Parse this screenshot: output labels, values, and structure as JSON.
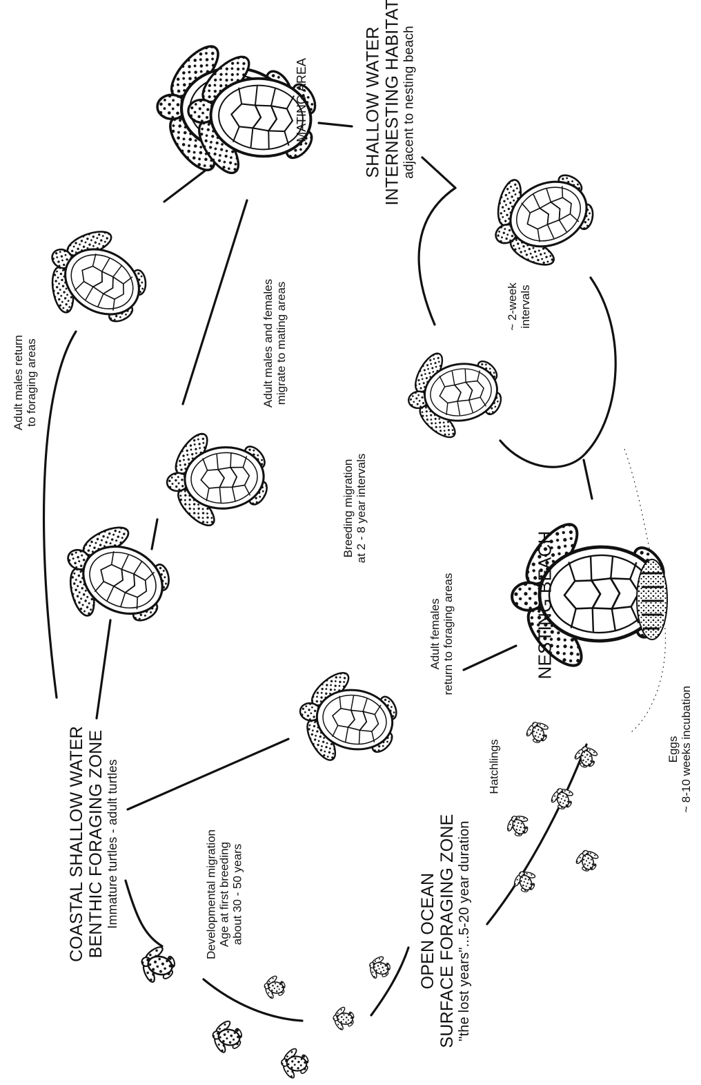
{
  "colors": {
    "ink": "#111111",
    "paper": "#ffffff",
    "scute": "#ffffff"
  },
  "labels": {
    "coastal_zone": [
      "COASTAL SHALLOW WATER",
      "BENTHIC FORAGING ZONE",
      "Immature turtles - adult turtles"
    ],
    "open_ocean": [
      "OPEN OCEAN",
      "SURFACE FORAGING ZONE",
      "\"the lost years\"...5-20 year duration"
    ],
    "shallow_water": [
      "SHALLOW WATER",
      "INTERNESTING HABITAT",
      "adjacent to nesting beach"
    ],
    "mating_area": "MATING AREA",
    "nesting_beach": "NESTING BEACH",
    "adult_males_return": [
      "Adult males return",
      "to foraging areas"
    ],
    "adults_migrate": [
      "Adult males and females",
      "migrate to mating areas"
    ],
    "breeding_migration": [
      "Breeding migration",
      "at 2 - 8 year intervals"
    ],
    "adult_females_return": [
      "Adult females",
      "return to foraging areas"
    ],
    "developmental_migration": [
      "Developmental migration",
      "Age at first breeding",
      "about 30 - 50 years"
    ],
    "hatchlings": "Hatchlings",
    "eggs": [
      "Eggs",
      "~ 8-10 weeks incubation"
    ],
    "two_week": [
      "~ 2-week",
      "intervals"
    ]
  },
  "icons": [
    "adult-turtle-icon",
    "mating-turtles-icon",
    "nesting-turtle-icon",
    "hatchling-icon",
    "egg-clutch-icon"
  ]
}
